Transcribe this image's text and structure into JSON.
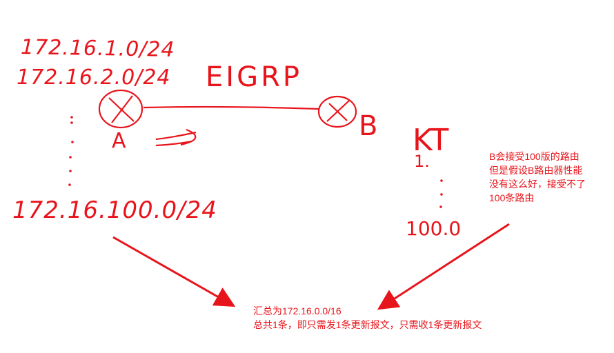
{
  "diagram": {
    "routes": {
      "first": "172.16.1.0/24",
      "second": "172.16.2.0/24",
      "last": "172.16.100.0/24"
    },
    "protocol": "EIGRP",
    "router_a": "A",
    "router_b": "B",
    "kt_label": "KT",
    "kt_first": "1.",
    "kt_last": "100.0",
    "ink_color": "#e8141b"
  },
  "notes": {
    "router_b_note": [
      "B会接受100版的路由",
      "但是假设B路由器性能",
      "没有这么好，接受不了",
      "100条路由"
    ],
    "summary_note": [
      "汇总为172.16.0.0/16",
      "总共1条，即只需发1条更新报文，只需收1条更新报文"
    ]
  }
}
